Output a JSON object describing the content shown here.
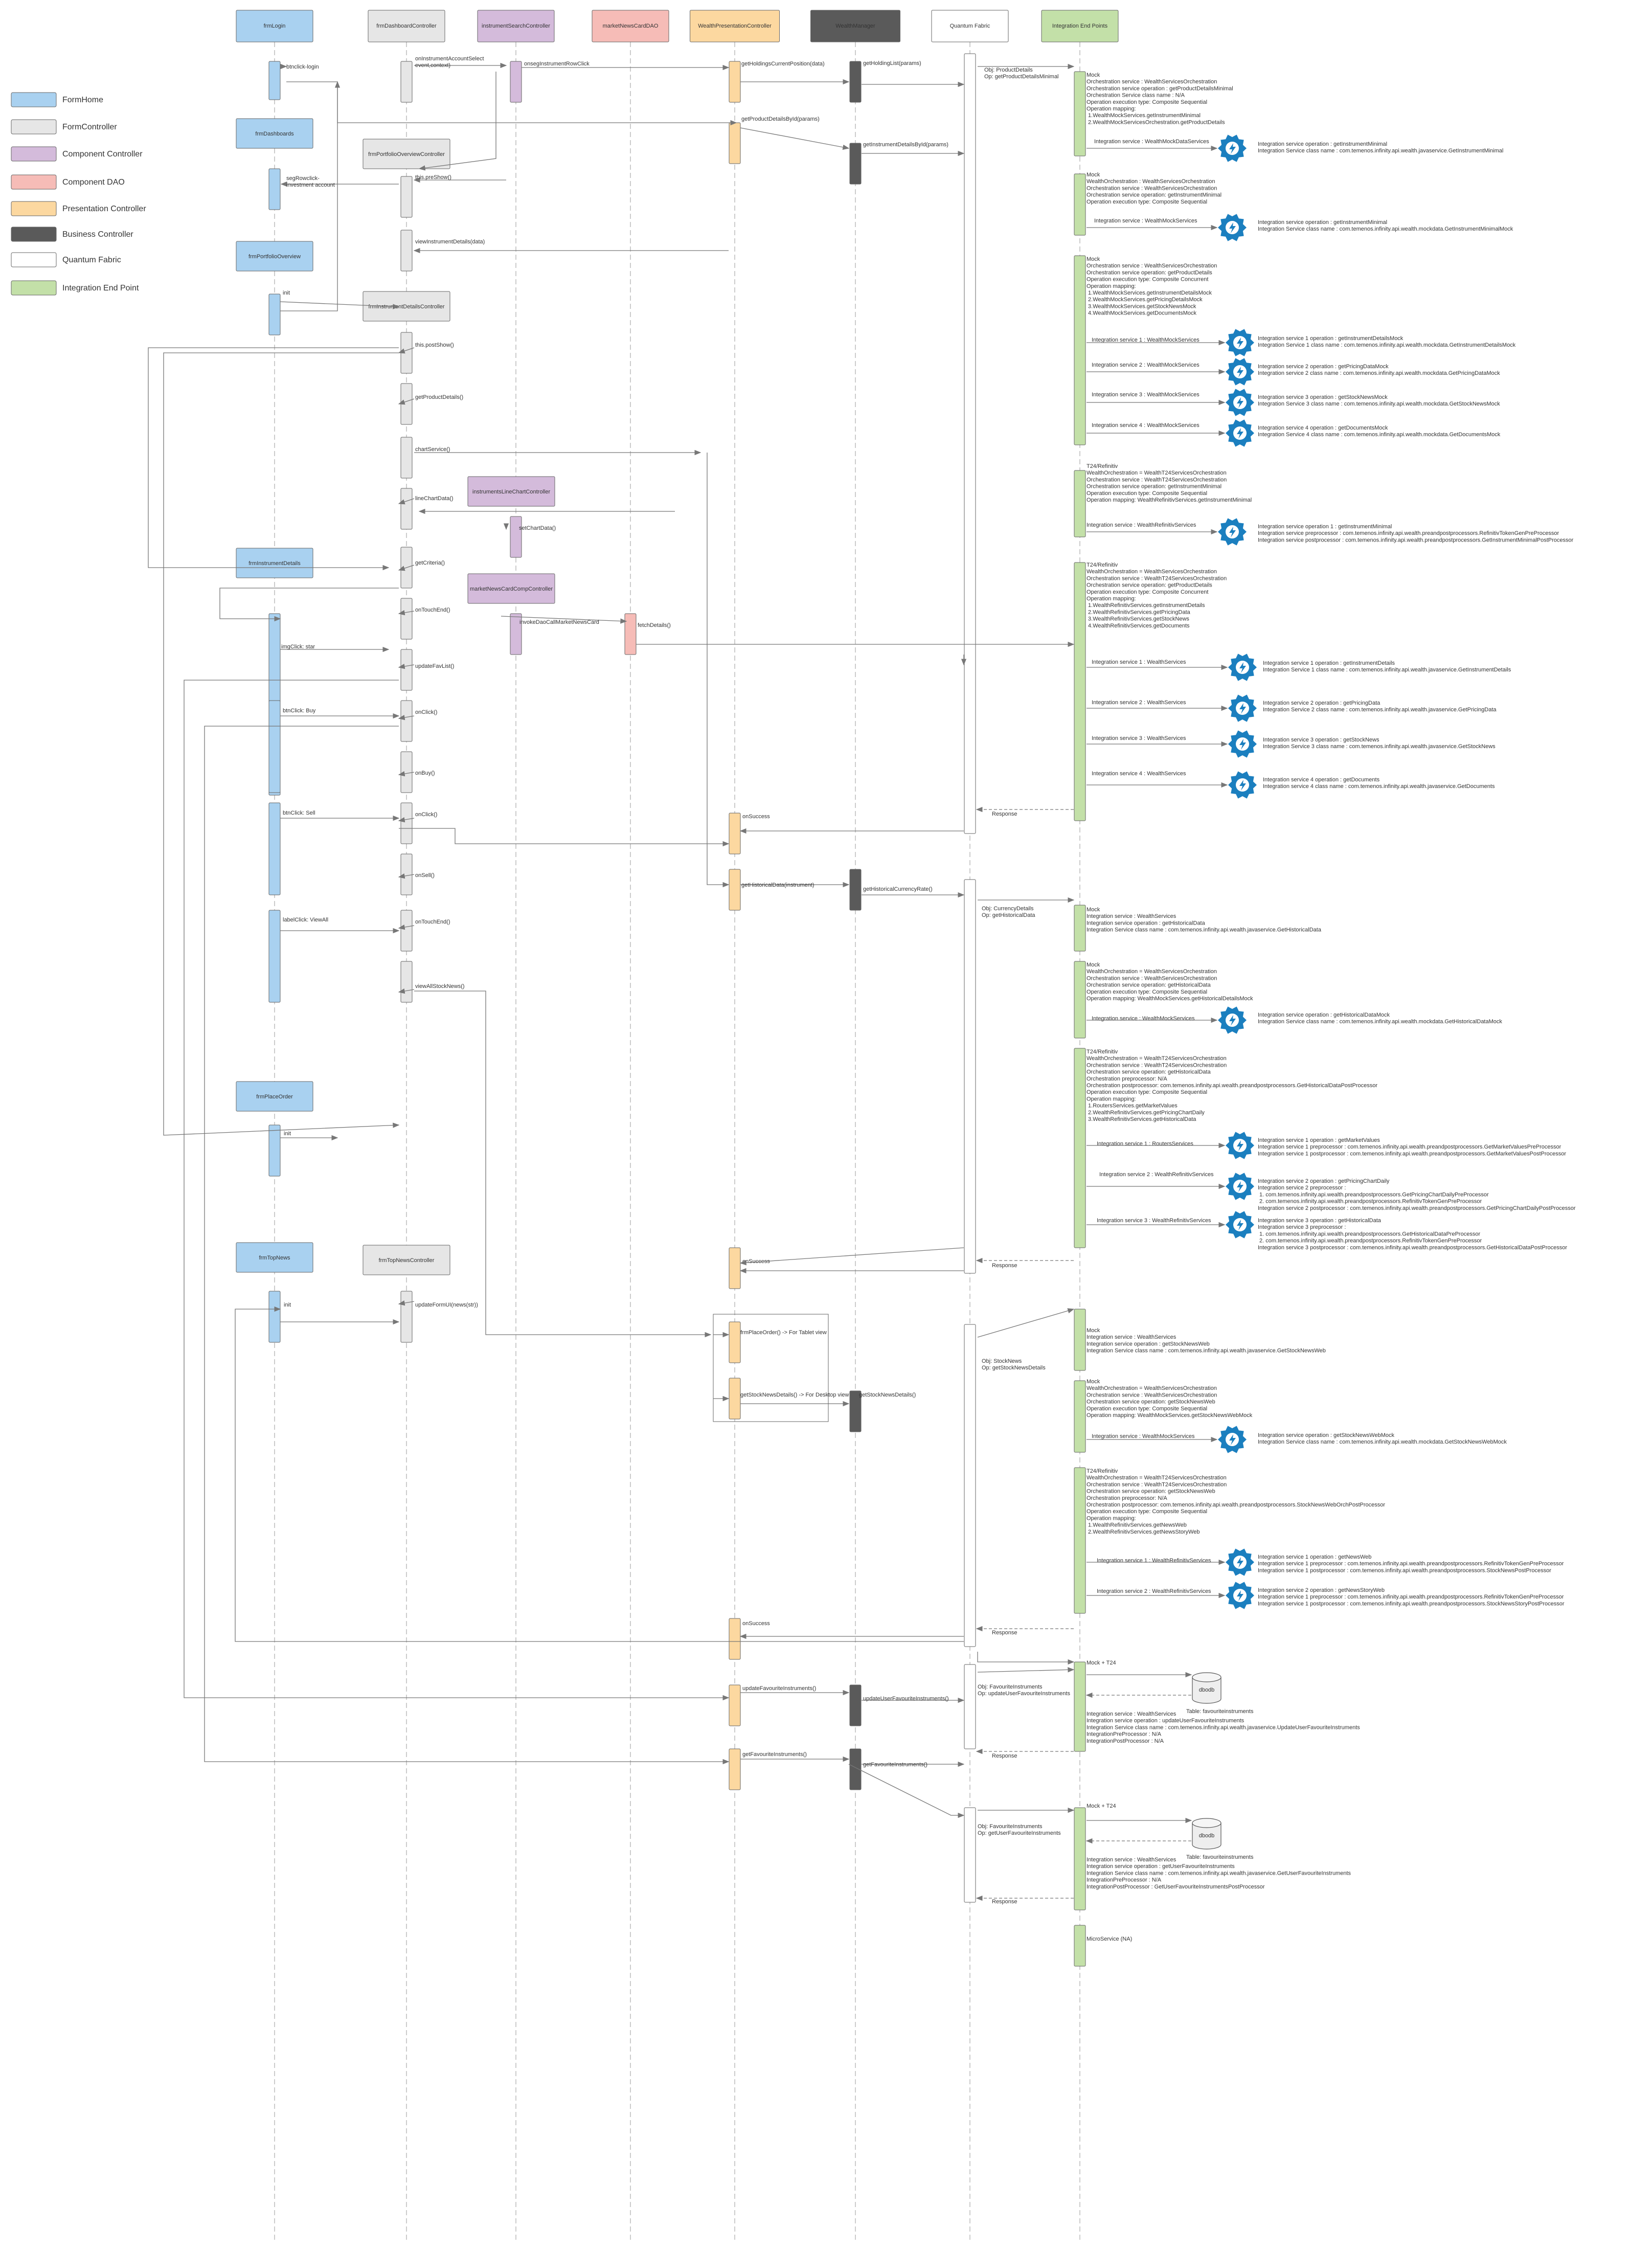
{
  "colors": {
    "form": "#a9d1f0",
    "controller": "#e6e6e6",
    "component": "#d4bbdb",
    "dao": "#f6bcb7",
    "presentation": "#fcd8a0",
    "business": "#5a5a5a",
    "fabric": "#ffffff",
    "endpoint": "#c3e0a8",
    "line": "#777777",
    "lifeline": "#999999",
    "gear": "#1b7fbf"
  },
  "legend": [
    {
      "label": "FormHome",
      "color": "form"
    },
    {
      "label": "FormController",
      "color": "controller"
    },
    {
      "label": "Component Controller",
      "color": "component"
    },
    {
      "label": "Component DAO",
      "color": "dao"
    },
    {
      "label": "Presentation Controller",
      "color": "presentation"
    },
    {
      "label": "Business Controller",
      "color": "business"
    },
    {
      "label": "Quantum Fabric",
      "color": "fabric"
    },
    {
      "label": "Integration End Point",
      "color": "endpoint"
    }
  ],
  "lifelines": [
    {
      "label": "frmLogin",
      "color": "form"
    },
    {
      "label": "frmDashboardController",
      "color": "controller"
    },
    {
      "label": "instrumentSearchController",
      "color": "component"
    },
    {
      "label": "marketNewsCardDAO",
      "color": "dao"
    },
    {
      "label": "WealthPresentationController",
      "color": "presentation"
    },
    {
      "label": "WealthManager",
      "color": "business"
    },
    {
      "label": "Quantum Fabric",
      "color": "fabric"
    },
    {
      "label": "Integration End Points",
      "color": "endpoint"
    }
  ],
  "side_forms": [
    {
      "label": "frmDashboards",
      "color": "form"
    },
    {
      "label": "frmPortfolioOverview",
      "color": "form"
    },
    {
      "label": "frmInstrumentDetails",
      "color": "form"
    },
    {
      "label": "frmPlaceOrder",
      "color": "form"
    },
    {
      "label": "frmTopNews",
      "color": "form"
    }
  ],
  "side_controllers": [
    {
      "label": "frmPortfolioOverviewController",
      "color": "controller"
    },
    {
      "label": "frmInstrumentDetailsController",
      "color": "controller"
    },
    {
      "label": "instrumentsLineChartController",
      "color": "component"
    },
    {
      "label": "marketNewsCardCompController",
      "color": "component"
    },
    {
      "label": "frmTopNewsController",
      "color": "controller"
    }
  ],
  "messages": [
    {
      "text": "btnclick-login"
    },
    {
      "text": "onInstrumentAccountSelect\nevent,context)"
    },
    {
      "text": "onsegInstrumentRowClick"
    },
    {
      "text": "getHoldingsCurrentPosition(data)"
    },
    {
      "text": "getHoldingList(params)"
    },
    {
      "text": "Obj: ProductDetails\nOp: getProductDetailsMinimal"
    },
    {
      "text": "segRowclick-\ninvestment account"
    },
    {
      "text": "getProductDetailsById(params)"
    },
    {
      "text": "getInstrumentDetailsById(params)"
    },
    {
      "text": "this.preShow()"
    },
    {
      "text": "viewInstrumentDetails(data)"
    },
    {
      "text": "init"
    },
    {
      "text": "this.postShow()"
    },
    {
      "text": "getProductDetails()"
    },
    {
      "text": "chartService()"
    },
    {
      "text": "lineChartData()"
    },
    {
      "text": "setChartData()"
    },
    {
      "text": "getCriteria()"
    },
    {
      "text": "invokeDaoCallMarketNewsCard"
    },
    {
      "text": "fetchDetails()"
    },
    {
      "text": "onTouchEnd()"
    },
    {
      "text": "imgClick: star"
    },
    {
      "text": "updateFavList()"
    },
    {
      "text": "btnClick: Buy"
    },
    {
      "text": "onClick()"
    },
    {
      "text": "onBuy()"
    },
    {
      "text": "btnClick: Sell"
    },
    {
      "text": "onClick()"
    },
    {
      "text": "onSell()"
    },
    {
      "text": "onSuccess"
    },
    {
      "text": "Response"
    },
    {
      "text": "getHistoricalData(instrument)"
    },
    {
      "text": "getHistoricalCurrencyRate()"
    },
    {
      "text": "Obj: CurrencyDetails\nOp: getHistoricalData"
    },
    {
      "text": "labelClick: ViewAll"
    },
    {
      "text": "onTouchEnd()"
    },
    {
      "text": "viewAllStockNews()"
    },
    {
      "text": "init"
    },
    {
      "text": "onSuccess"
    },
    {
      "text": "Response"
    },
    {
      "text": "init"
    },
    {
      "text": "updateFormUI(news(str))"
    },
    {
      "text": "frmPlaceOrder() -> For Tablet view"
    },
    {
      "text": "getStockNewsDetails() -> For Desktop view"
    },
    {
      "text": "getStockNewsDetails()"
    },
    {
      "text": "Obj: StockNews\nOp: getStockNewsDetails"
    },
    {
      "text": "onSuccess"
    },
    {
      "text": "Response"
    },
    {
      "text": "updateFavouriteInstruments()"
    },
    {
      "text": "updateUserFavouriteInstruments()"
    },
    {
      "text": "Obj: FavouriteInstruments\nOp: updateUserFavouriteInstruments"
    },
    {
      "text": "Response"
    },
    {
      "text": "getFavouriteInstruments()"
    },
    {
      "text": "getFavouriteInstruments()"
    },
    {
      "text": "Obj: FavouriteInstruments\nOp: getUserFavouriteInstruments"
    },
    {
      "text": "Response"
    }
  ],
  "notes": [
    {
      "text": "Mock\nOrchestration service : WealthServicesOrchestration\nOrchestration service operation : getProductDetailsMinimal\nOrchestration Service class name : N/A\nOperation execution type: Composite Sequential\nOperation mapping:\n 1.WealthMockServices.getInstrumentMinimal\n 2.WealthMockServicesOrchestration.getProductDetails"
    },
    {
      "text": "Integration service : WealthMockDataServices"
    },
    {
      "text": "Mock\nWealthOrchestration : WealthServicesOrchestration\nOrchestration service : WealthServicesOrchestration\nOrchestration service operation: getInstrumentMinimal\nOperation execution type: Composite Sequential"
    },
    {
      "text": "Integration service : WealthMockServices"
    },
    {
      "text": "Mock\nOrchestration service : WealthServicesOrchestration\nOrchestration service operation: getProductDetails\nOperation execution type: Composite Concurrent\nOperation mapping:\n 1.WealthMockServices.getInstrumentDetailsMock\n 2.WealthMockServices.getPricingDetailsMock\n 3.WealthMockServices.getStockNewsMock\n 4.WealthMockServices.getDocumentsMock"
    },
    {
      "text": "Integration service 1 : WealthMockServices"
    },
    {
      "text": "Integration service 2 : WealthMockServices"
    },
    {
      "text": "Integration service 3 : WealthMockServices"
    },
    {
      "text": "Integration service 4 : WealthMockServices"
    },
    {
      "text": "T24/Refinitiv\nWealthOrchestration = WealthT24ServicesOrchestration\nOrchestration service : WealthT24ServicesOrchestration\nOrchestration service operation: getInstrumentMinimal\nOperation execution type: Composite Sequential\nOperation mapping: WealthRefinitivServices.getInstrumentMinimal"
    },
    {
      "text": "Integration service : WealthRefinitivServices"
    },
    {
      "text": "T24/Refinitiv\nWealthOrchestration = WealthServicesOrchestration\nOrchestration service : WealthT24ServicesOrchestration\nOrchestration service operation: getProductDetails\nOperation execution type: Composite Concurrent\nOperation mapping:\n 1.WealthRefinitivServices.getInstrumentDetails\n 2.WealthRefinitivServices.getPricingData\n 3.WealthRefinitivServices.getStockNews\n 4.WealthRefinitivServices.getDocuments"
    },
    {
      "text": "Integration service 1 : WealthServices"
    },
    {
      "text": "Integration service 2 : WealthServices"
    },
    {
      "text": "Integration service 3 : WealthServices"
    },
    {
      "text": "Integration service 4 : WealthServices"
    },
    {
      "text": "Mock\nIntegration service : WealthServices\nIntegration service operation : getHistoricalData\nIntegration Service class name : com.temenos.infinity.api.wealth.javaservice.GetHistoricalData"
    },
    {
      "text": "Mock\nWealthOrchestration = WealthServicesOrchestration\nOrchestration service : WealthServicesOrchestration\nOrchestration service operation: getHistoricalData\nOperation execution type: Composite Sequential\nOperation mapping: WealthMockServices.getHistoricalDetailsMock"
    },
    {
      "text": "Integration service : WealthMockServices"
    },
    {
      "text": "T24/Refinitiv\nWealthOrchestration = WealthT24ServicesOrchestration\nOrchestration service : WealthT24ServicesOrchestration\nOrchestration service operation: getHistoricalData\nOrchestration preprocessor: N/A\nOrchestration postprocessor: com.temenos.infinity.api.wealth.preandpostprocessors.GetHistoricalDataPostProcessor\nOperation execution type: Composite Sequential\nOperation mapping:\n 1.RoutersServices.getMarketValues\n 2.WealthRefinitivServices.getPricingChartDaily\n 3.WealthRefinitivServices.getHistoricalData"
    },
    {
      "text": "Integration service 1 : RoutersServices"
    },
    {
      "text": "Integration service 2 : WealthRefinitivServices"
    },
    {
      "text": "Integration service 3 : WealthRefinitivServices"
    },
    {
      "text": "Mock\nIntegration service : WealthServices\nIntegration service operation : getStockNewsWeb\nIntegration Service class name : com.temenos.infinity.api.wealth.javaservice.GetStockNewsWeb"
    },
    {
      "text": "Mock\nWealthOrchestration = WealthServicesOrchestration\nOrchestration service : WealthServicesOrchestration\nOrchestration service operation: getStockNewsWeb\nOperation execution type: Composite Sequential\nOperation mapping: WealthMockServices.getStockNewsWebMock"
    },
    {
      "text": "Integration service : WealthMockServices"
    },
    {
      "text": "T24/Refinitiv\nWealthOrchestration = WealthT24ServicesOrchestration\nOrchestration service : WealthT24ServicesOrchestration\nOrchestration service operation: getStockNewsWeb\nOrchestration preprocessor: N/A\nOrchestration postprocessor: com.temenos.infinity.api.wealth.preandpostprocessors.StockNewsWebOrchPostProcessor\nOperation execution type: Composite Sequential\nOperation mapping:\n 1.WealthRefinitivServices.getNewsWeb\n 2.WealthRefinitivServices.getNewsStoryWeb"
    },
    {
      "text": "Integration service 1 : WealthRefinitivServices"
    },
    {
      "text": "Integration service 2 : WealthRefinitivServices"
    },
    {
      "text": "Mock + T24"
    },
    {
      "text": "Integration service : WealthServices\nIntegration service operation : updateUserFavouriteInstruments\nIntegration Service class name : com.temenos.infinity.api.wealth.javaservice.UpdateUserFavouriteInstruments\nIntegrationPreProcessor : N/A\nIntegrationPostProcessor : N/A"
    },
    {
      "text": "Mock + T24"
    },
    {
      "text": "Integration service : WealthServices\nIntegration service operation : getUserFavouriteInstruments\nIntegration Service class name : com.temenos.infinity.api.wealth.javaservice.GetUserFavouriteInstruments\nIntegrationPreProcessor : N/A\nIntegrationPostProcessor : GetUserFavouriteInstrumentsPostProcessor"
    },
    {
      "text": "MicroService (NA)"
    }
  ],
  "gear_labels": [
    {
      "text": "Integration service operation : getInstrumentMinimal\nIntegration Service class name : com.temenos.infinity.api.wealth.javaservice.GetInstrumentMinimal"
    },
    {
      "text": "Integration service operation : getInstrumentMinimal\nIntegration Service class name : com.temenos.infinity.api.wealth.mockdata.GetInstrumentMinimalMock"
    },
    {
      "text": "Integration service 1 operation : getInstrumentDetailsMock\nIntegration Service 1 class name : com.temenos.infinity.api.wealth.mockdata.GetInstrumentDetailsMock"
    },
    {
      "text": "Integration service 2 operation : getPricingDataMock\nIntegration service 2 class name : com.temenos.infinity.api.wealth.mockdata.GetPricingDataMock"
    },
    {
      "text": "Integration service 3 operation : getStockNewsMock\nIntegration Service 3 class name : com.temenos.infinity.api.wealth.mockdata.GetStockNewsMock"
    },
    {
      "text": "Integration service 4 operation : getDocumentsMock\nIntegration Service 4 class name : com.temenos.infinity.api.wealth.mockdata.GetDocumentsMock"
    },
    {
      "text": "Integration service operation 1 : getInstrumentMinimal\nIntegration service preprocessor : com.temenos.infinity.api.wealth.preandpostprocessors.RefinitivTokenGenPreProcessor\nIntegration service postprocessor : com.temenos.infinity.api.wealth.preandpostprocessors.GetInstrumentMinimalPostProcessor"
    },
    {
      "text": "Integration service 1 operation : getInstrumentDetails\nIntegration Service 1 class name : com.temenos.infinity.api.wealth.javaservice.GetInstrumentDetails"
    },
    {
      "text": "Integration service 2 operation : getPricingData\nIntegration Service 2 class name : com.temenos.infinity.api.wealth.javaservice.GetPricingData"
    },
    {
      "text": "Integration service 3 operation : getStockNews\nIntegration Service 3 class name : com.temenos.infinity.api.wealth.javaservice.GetStockNews"
    },
    {
      "text": "Integration service 4 operation : getDocuments\nIntegration service 4 class name : com.temenos.infinity.api.wealth.javaservice.GetDocuments"
    },
    {
      "text": "Integration service operation : getHistoricalDataMock\nIntegration Service class name : com.temenos.infinity.api.wealth.mockdata.GetHistoricalDataMock"
    },
    {
      "text": "Integration service 1 operation : getMarketValues\nIntegration service 1 preprocessor : com.temenos.infinity.api.wealth.preandpostprocessors.GetMarketValuesPreProcessor\nIntegration service 1 postprocessor : com.temenos.infinity.api.wealth.preandpostprocessors.GetMarketValuesPostProcessor"
    },
    {
      "text": "Integration service 2 operation : getPricingChartDaily\nIntegration service 2 preprocessor :\n 1. com.temenos.infinity.api.wealth.preandpostprocessors.GetPricingChartDailyPreProcessor\n 2. com.temenos.infinity.api.wealth.preandpostprocessors.RefinitivTokenGenPreProcessor\nIntegration service 2 postprocessor : com.temenos.infinity.api.wealth.preandpostprocessors.GetPricingChartDailyPostProcessor"
    },
    {
      "text": "Integration service 3 operation : getHistoricalData\nIntegration service 3 preprocessor :\n 1. com.temenos.infinity.api.wealth.preandpostprocessors.GetHistoricalDataPreProcessor\n 2. com.temenos.infinity.api.wealth.preandpostprocessors.RefinitivTokenGenPreProcessor\nIntegration service 3 postprocessor : com.temenos.infinity.api.wealth.preandpostprocessors.GetHistoricalDataPostProcessor"
    },
    {
      "text": "Integration service operation : getStockNewsWebMock\nIntegration Service class name : com.temenos.infinity.api.wealth.mockdata.GetStockNewsWebMock"
    },
    {
      "text": "Integration service 1 operation : getNewsWeb\nIntegration service 1 preprocessor : com.temenos.infinity.api.wealth.preandpostprocessors.RefinitivTokenGenPreProcessor\nIntegration service 1 postprocessor : com.temenos.infinity.api.wealth.preandpostprocessors.StockNewsPostProcessor"
    },
    {
      "text": "Integration service 2 operation : getNewsStoryWeb\nIntegration service 1 preprocessor : com.temenos.infinity.api.wealth.preandpostprocessors.RefinitivTokenGenPreProcessor\nIntegration service 1 postprocessor : com.temenos.infinity.api.wealth.preandpostprocessors.StockNewsStoryPostProcessor"
    }
  ],
  "db": [
    {
      "label": "dbodb",
      "table": "Table: favouriteinstruments"
    },
    {
      "label": "dbodb",
      "table": "Table: favouriteinstruments"
    }
  ]
}
